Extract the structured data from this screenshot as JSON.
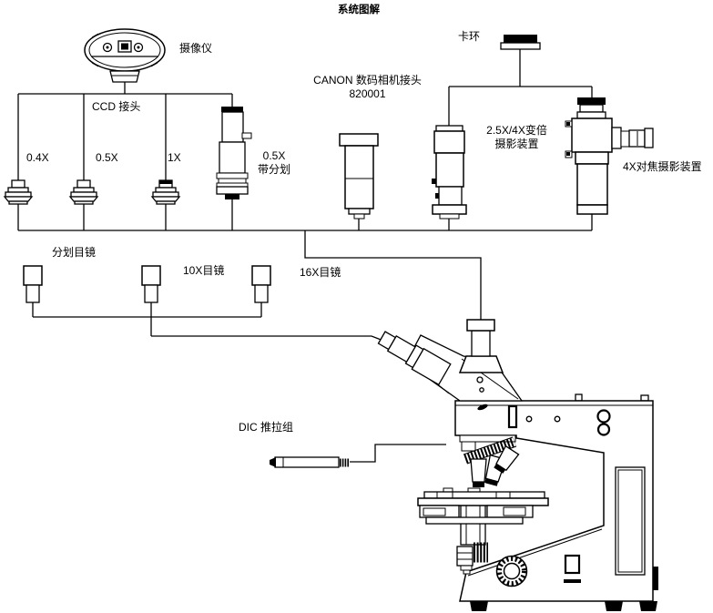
{
  "title": "系统图解",
  "labels": {
    "camera": "摄像仪",
    "ccd": "CCD 接头",
    "adapter_04x": "0.4X",
    "adapter_05x": "0.5X",
    "adapter_1x": "1X",
    "reticle_adapter_line1": "0.5X",
    "reticle_adapter_line2": "带分划",
    "canon_line1": "CANON 数码相机接头",
    "canon_line2": "820001",
    "snap_ring": "卡环",
    "zoom_device_line1": "2.5X/4X变倍",
    "zoom_device_line2": "摄影装置",
    "focus_device": "4X对焦摄影装置",
    "reticle_eyepiece": "分划目镜",
    "eyepiece_10x": "10X目镜",
    "eyepiece_16x": "16X目镜",
    "dic_slider": "DIC 推拉组"
  },
  "colors": {
    "line": "#000000",
    "background": "#ffffff"
  }
}
